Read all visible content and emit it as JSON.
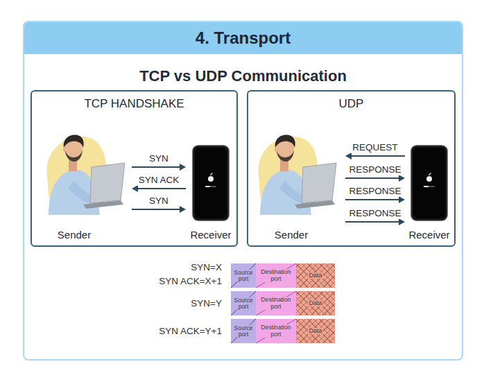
{
  "diagram": {
    "nodes": [
      {
        "text": [
          "4. Transport",
          "TCP vs UDP Communication"
        ]
      },
      {
        "text": [
          "TCP HANDSHAKE"
        ],
        "in": 0
      },
      {
        "text": [
          "Sender"
        ],
        "in": 1
      },
      {
        "text": [
          "Receiver"
        ],
        "in": 1
      },
      {
        "text": [
          "UDP"
        ],
        "in": 0
      },
      {
        "text": [
          "Sender"
        ],
        "in": 4
      },
      {
        "text": [
          "Receiver"
        ],
        "in": 4
      },
      {
        "text": [
          "Source port"
        ],
        "in": 0
      },
      {
        "text": [
          "Destination port"
        ],
        "in": 0
      },
      {
        "text": [
          "Data"
        ],
        "in": 0
      },
      {
        "text": [
          "Source port"
        ],
        "in": 0
      },
      {
        "text": [
          "Destination port"
        ],
        "in": 0
      },
      {
        "text": [
          "Data"
        ],
        "in": 0
      },
      {
        "text": [
          "Source port"
        ],
        "in": 0
      },
      {
        "text": [
          "Destination port"
        ],
        "in": 0
      },
      {
        "text": [
          "Data"
        ],
        "in": 0
      }
    ],
    "edges": [
      {
        "from": 2,
        "to": 3,
        "label": "SYN",
        "arrow": "to"
      },
      {
        "from": 3,
        "to": 2,
        "label": "SYN ACK",
        "arrow": "to"
      },
      {
        "from": 2,
        "to": 3,
        "label": "SYN",
        "arrow": "to"
      },
      {
        "from": 6,
        "to": 5,
        "label": "REQUEST",
        "arrow": "to"
      },
      {
        "from": 5,
        "to": 6,
        "label": "RESPONSE",
        "arrow": "to"
      },
      {
        "from": 5,
        "to": 6,
        "label": "RESPONSE",
        "arrow": "to"
      },
      {
        "from": 5,
        "to": 6,
        "label": "RESPONSE",
        "arrow": "to"
      }
    ],
    "labels": [
      "SYN=X",
      "SYN ACK=X+1",
      "SYN=Y",
      "SYN ACK=Y+1"
    ]
  }
}
